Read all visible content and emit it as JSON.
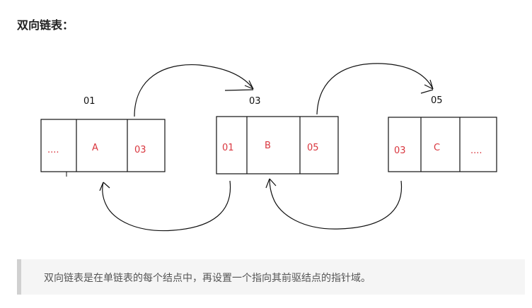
{
  "heading": "双向链表：",
  "nodes": [
    {
      "address": "01",
      "cells": [
        "....",
        "A",
        "03"
      ]
    },
    {
      "address": "03",
      "cells": [
        "01",
        "B",
        "05"
      ]
    },
    {
      "address": "05",
      "cells": [
        "03",
        "C",
        "...."
      ]
    }
  ],
  "note": "双向链表是在单链表的每个结点中，再设置一个指向其前驱结点的指针域。",
  "colors": {
    "cell_text": "#d9363e",
    "stroke": "#111111",
    "quote_bg": "#f5f5f5",
    "quote_border": "#d0d0d0"
  }
}
